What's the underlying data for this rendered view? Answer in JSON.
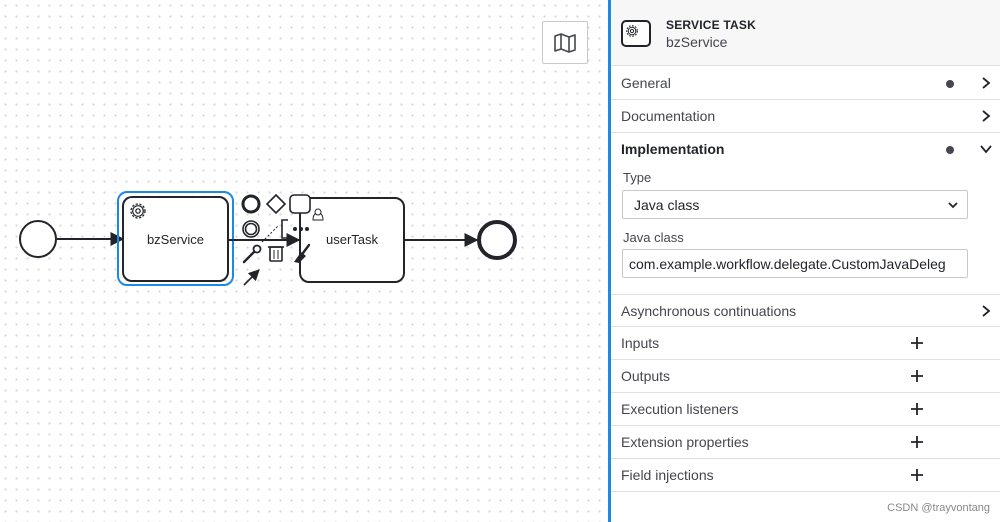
{
  "diagram": {
    "service_task_label": "bzService",
    "user_task_label": "userTask"
  },
  "panel": {
    "header": {
      "element_type": "SERVICE TASK",
      "element_name": "bzService"
    },
    "groups": [
      {
        "label": "General",
        "has_dot": true,
        "state": "collapsed"
      },
      {
        "label": "Documentation",
        "has_dot": false,
        "state": "collapsed"
      },
      {
        "label": "Implementation",
        "has_dot": true,
        "state": "expanded"
      },
      {
        "label": "Asynchronous continuations",
        "state": "collapsed"
      },
      {
        "label": "Inputs",
        "action": "add"
      },
      {
        "label": "Outputs",
        "action": "add"
      },
      {
        "label": "Execution listeners",
        "action": "add"
      },
      {
        "label": "Extension properties",
        "action": "add"
      },
      {
        "label": "Field injections",
        "action": "add"
      }
    ],
    "implementation": {
      "type_label": "Type",
      "type_value": "Java class",
      "java_class_label": "Java class",
      "java_class_value": "com.example.workflow.delegate.CustomJavaDeleg"
    }
  },
  "icons": {
    "minimap": "map-icon",
    "header": "service-task-gear-icon",
    "chevron_right": "chevron-right-icon",
    "chevron_down": "chevron-down-icon",
    "add": "plus-icon"
  },
  "colors": {
    "selection": "#1c8ae3",
    "panel_border": "#1c8ae3"
  },
  "watermark": "CSDN @trayvontang"
}
